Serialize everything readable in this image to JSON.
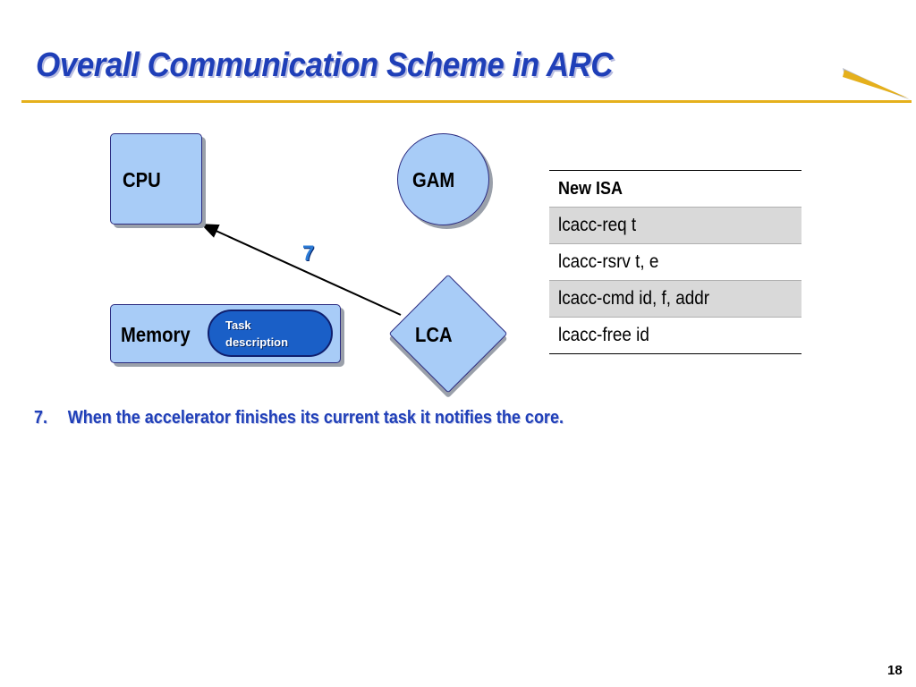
{
  "slide": {
    "title": "Overall Communication Scheme in ARC",
    "page_number": "18"
  },
  "diagram": {
    "nodes": {
      "cpu": "CPU",
      "gam": "GAM",
      "memory": "Memory",
      "lca": "LCA",
      "task_description_line1": "Task",
      "task_description_line2": "description"
    },
    "arrow": {
      "from": "LCA",
      "to": "CPU",
      "step_label": "7"
    }
  },
  "isa_table": {
    "header": "New ISA",
    "rows": [
      {
        "text": "lcacc-req   t",
        "shaded": true
      },
      {
        "text": "lcacc-rsrv   t, e",
        "shaded": false
      },
      {
        "text": "lcacc-cmd  id, f, addr",
        "shaded": true
      },
      {
        "text": "lcacc-free  id",
        "shaded": false
      }
    ]
  },
  "steps": [
    {
      "number": "7.",
      "text": "When the accelerator finishes its current task it notifies the core."
    }
  ],
  "colors": {
    "title": "#1f3fb8",
    "rule": "#e5b01c",
    "node_fill": "#a8ccf7",
    "task_pill": "#1a5fc7",
    "step_label": "#2b7bd6"
  }
}
